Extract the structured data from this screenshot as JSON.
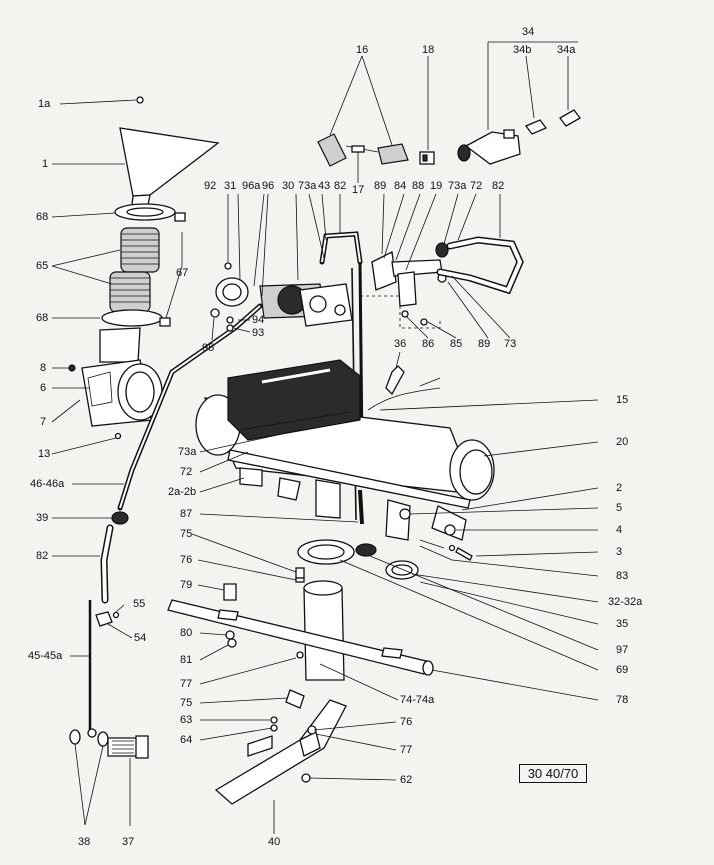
{
  "reference_code": "30 40/70",
  "labels": {
    "l1a": "1a",
    "l1": "1",
    "l68a": "68",
    "l65": "65",
    "l67": "67",
    "l68b": "68",
    "l8": "8",
    "l6": "6",
    "l7": "7",
    "l13": "13",
    "l46": "46-46a",
    "l39": "39",
    "l82a": "82",
    "l55": "55",
    "l54": "54",
    "l45": "45-45a",
    "l38": "38",
    "l37": "37",
    "l16": "16",
    "l17": "17",
    "l18": "18",
    "l34": "34",
    "l34b": "34b",
    "l34a": "34a",
    "l92": "92",
    "l31": "31",
    "l96a": "96a",
    "l96": "96",
    "l30": "30",
    "l73a1": "73a",
    "l43": "43",
    "l82b": "82",
    "l89a": "89",
    "l84": "84",
    "l88": "88",
    "l19": "19",
    "l73a2": "73a",
    "l72a": "72",
    "l82c": "82",
    "l94": "94",
    "l93": "93",
    "l95": "95",
    "l36": "36",
    "l86": "86",
    "l85": "85",
    "l89b": "89",
    "l73": "73",
    "l15": "15",
    "l20": "20",
    "l73a3": "73a",
    "l72b": "72",
    "l2a": "2a-2b",
    "l2": "2",
    "l5": "5",
    "l4": "4",
    "l3": "3",
    "l87": "87",
    "l83": "83",
    "l32": "32-32a",
    "l75a": "75",
    "l76a": "76",
    "l79": "79",
    "l35": "35",
    "l97": "97",
    "l80": "80",
    "l81": "81",
    "l69": "69",
    "l78": "78",
    "l77a": "77",
    "l74": "74-74a",
    "l75b": "75",
    "l76b": "76",
    "l63": "63",
    "l64": "64",
    "l77b": "77",
    "l62": "62",
    "l40": "40"
  },
  "colors": {
    "background": "#f4f3f0",
    "ink": "#111111"
  }
}
